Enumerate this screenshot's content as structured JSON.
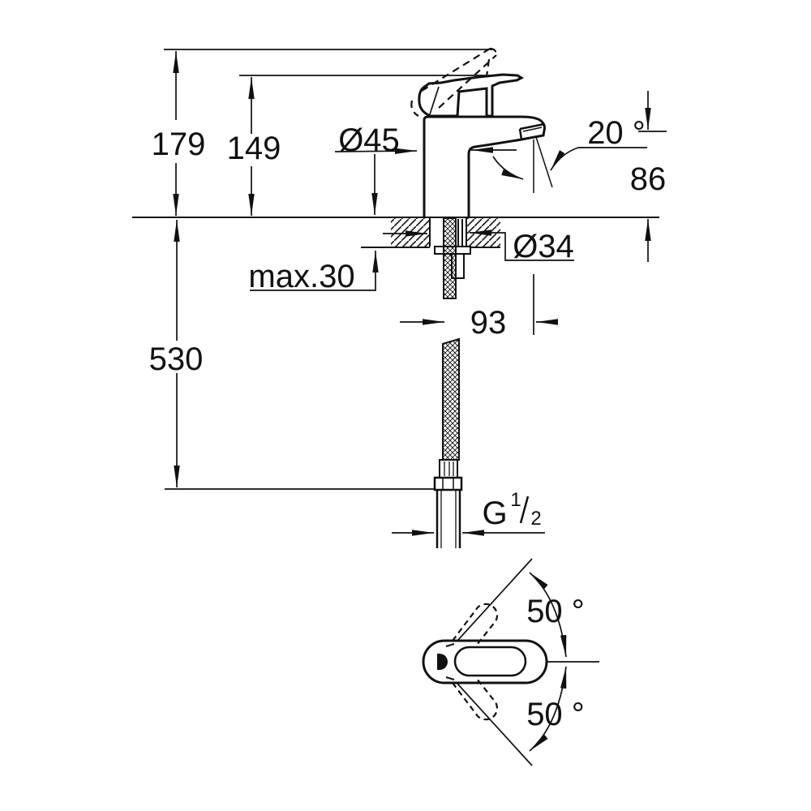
{
  "drawing": {
    "background": "#ffffff",
    "line_color": "#111111",
    "labels": {
      "overall_height": "179",
      "spout_height": "149",
      "body_diameter": "Ø45",
      "stream_angle": "20 °",
      "outlet_height": "86",
      "hole_diameter": "Ø34",
      "max_thickness": "max.30",
      "spout_reach": "93",
      "hose_length": "530",
      "thread_letter": "G",
      "thread_numerator": "1",
      "thread_denominator": "2",
      "swing_angle_top": "50 °",
      "swing_angle_bottom": "50 °"
    }
  }
}
